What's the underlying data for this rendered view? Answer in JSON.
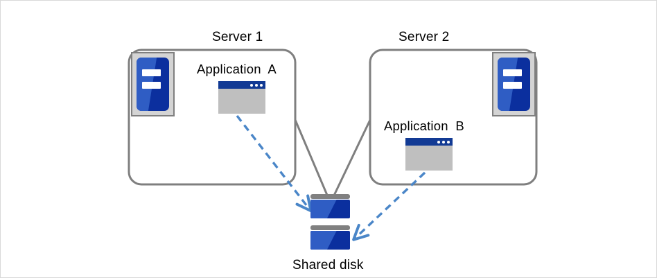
{
  "diagram": {
    "title_colors": {
      "box_border": "#7f7f7f",
      "connector": "#7f7f7f",
      "dashed_arrow": "#4a86c8",
      "icon_blue_dark": "#0b2f9e",
      "icon_blue_light": "#2f5dc4",
      "icon_frame_gray": "#d4d4d4",
      "window_body_gray": "#bfbfbf",
      "window_titlebar": "#123a94",
      "disk_cap_gray": "#808080",
      "page_border": "#d9d9d9"
    },
    "servers": [
      {
        "id": "server-1",
        "title": "Server 1",
        "application": "Application  A",
        "server_icon_name": "server-rack-icon",
        "app_icon_name": "application-window-icon"
      },
      {
        "id": "server-2",
        "title": "Server 2",
        "application": "Application  B",
        "server_icon_name": "server-rack-icon",
        "app_icon_name": "application-window-icon"
      }
    ],
    "storage": {
      "label": "Shared disk",
      "icon_name": "disk-stack-icon",
      "units": 2
    },
    "connections": [
      {
        "name": "server1-to-disk-link",
        "style": "solid",
        "color": "#7f7f7f",
        "from": "server-1",
        "to": "shared-disk"
      },
      {
        "name": "server2-to-disk-link",
        "style": "solid",
        "color": "#7f7f7f",
        "from": "server-2",
        "to": "shared-disk"
      },
      {
        "name": "application-a-access-arrow",
        "style": "dashed",
        "color": "#4a86c8",
        "from": "Application  A",
        "to": "Shared disk"
      },
      {
        "name": "application-b-access-arrow",
        "style": "dashed",
        "color": "#4a86c8",
        "from": "Application  B",
        "to": "Shared disk"
      }
    ]
  }
}
